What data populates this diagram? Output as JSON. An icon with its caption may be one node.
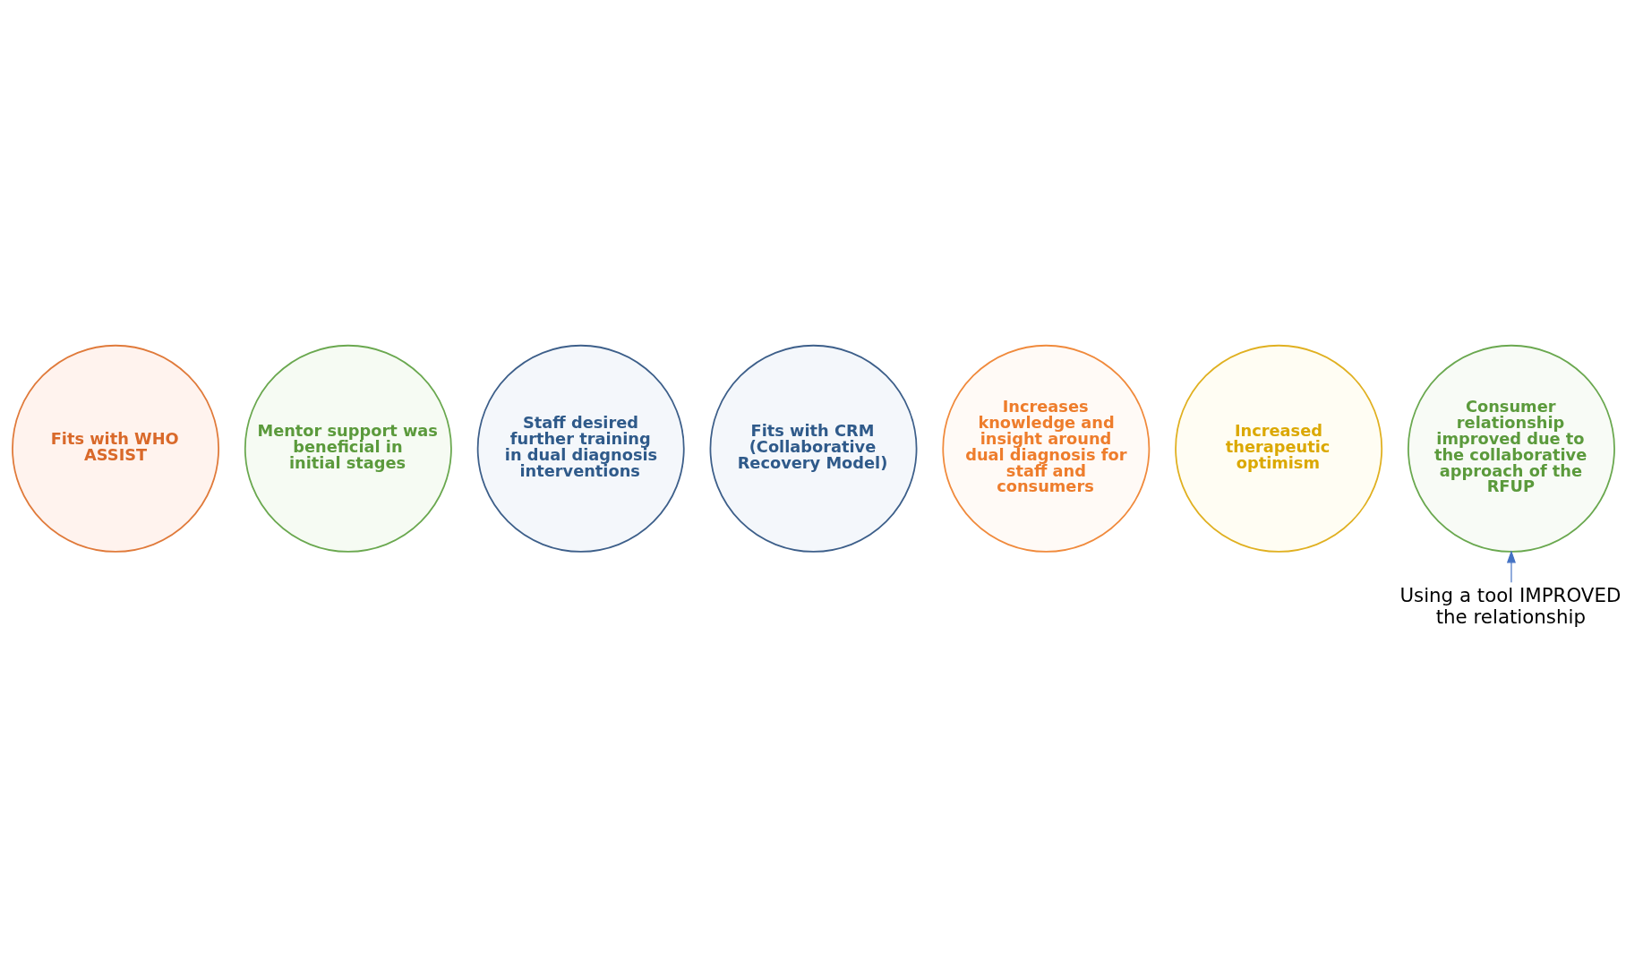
{
  "diagram": {
    "nodes": [
      {
        "text": [
          "Fits with WHO ASSIST"
        ]
      },
      {
        "text": [
          "Mentor support was beneficial in initial stages"
        ]
      },
      {
        "text": [
          "Staff desired further training in dual diagnosis interventions"
        ]
      },
      {
        "text": [
          "Fits with CRM (Collaborative Recovery Model)"
        ]
      },
      {
        "text": [
          "Increases knowledge and insight around dual diagnosis for staff and consumers"
        ]
      },
      {
        "text": [
          "Increased therapeutic optimism"
        ]
      },
      {
        "text": [
          "Consumer relationship improved due to the collaborative approach of the RFUP"
        ]
      },
      {
        "text": [
          "Using a tool IMPROVED the relationship"
        ]
      }
    ],
    "edges": [
      {
        "from": 7,
        "to": 6,
        "arrow": "to"
      }
    ]
  }
}
